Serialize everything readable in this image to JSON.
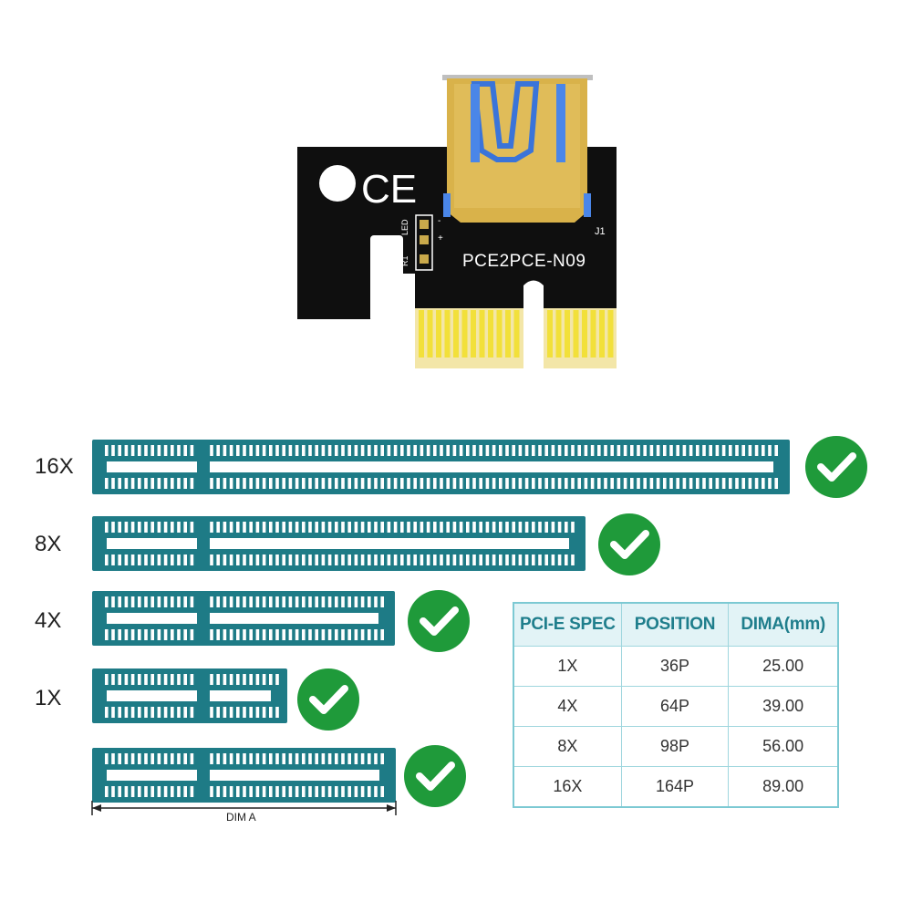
{
  "board": {
    "ce_mark": "CE",
    "model": "PCE2PCE-N09",
    "ref_j1": "J1",
    "ref_led": "LED",
    "ref_r1": "R1",
    "ref_minus": "-",
    "ref_plus": "+"
  },
  "slots": [
    {
      "label": "16X",
      "supported": true
    },
    {
      "label": "8X",
      "supported": true
    },
    {
      "label": "4X",
      "supported": true
    },
    {
      "label": "1X",
      "supported": true
    },
    {
      "label": "",
      "supported": true
    }
  ],
  "dimension_label": "DIM A",
  "spec_table": {
    "headers": [
      "PCI-E SPEC",
      "POSITION",
      "DIMA(mm)"
    ],
    "rows": [
      [
        "1X",
        "36P",
        "25.00"
      ],
      [
        "4X",
        "64P",
        "39.00"
      ],
      [
        "8X",
        "98P",
        "56.00"
      ],
      [
        "16X",
        "164P",
        "89.00"
      ]
    ]
  },
  "colors": {
    "slot_teal": "#1e7b86",
    "check_green": "#1f9a3a",
    "table_header_text": "#1f7e8c",
    "pcb_black": "#101010",
    "gold_finger": "#f2e03a"
  }
}
